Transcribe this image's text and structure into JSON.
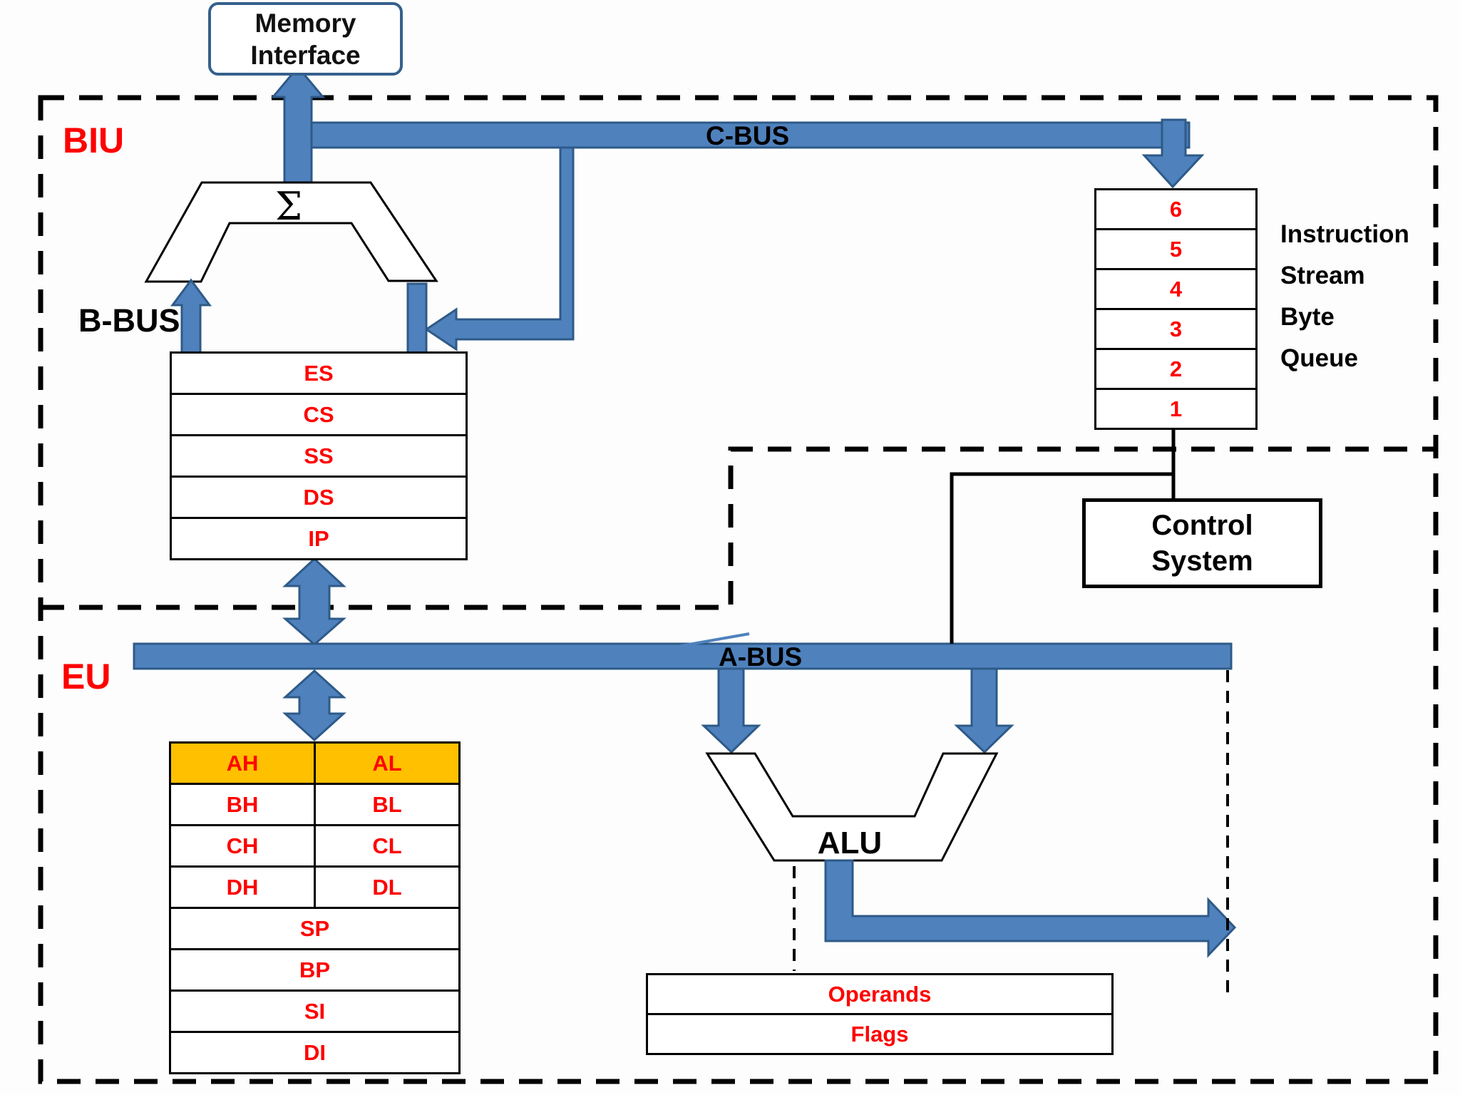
{
  "regions": {
    "biu_label": "BIU",
    "eu_label": "EU"
  },
  "memory_interface": {
    "line1": "Memory",
    "line2": "Interface"
  },
  "buses": {
    "c_bus": "C-BUS",
    "b_bus": "B-BUS",
    "a_bus": "A-BUS"
  },
  "address_adder": {
    "symbol": "Σ"
  },
  "segment_registers": [
    "ES",
    "CS",
    "SS",
    "DS",
    "IP"
  ],
  "instruction_queue": {
    "cells": [
      "6",
      "5",
      "4",
      "3",
      "2",
      "1"
    ],
    "label_lines": [
      "Instruction",
      "Stream",
      "Byte",
      "Queue"
    ]
  },
  "control_system": {
    "line1": "Control",
    "line2": "System"
  },
  "alu": {
    "label": "ALU"
  },
  "register_file": {
    "split_rows": [
      {
        "left": "AH",
        "right": "AL"
      },
      {
        "left": "BH",
        "right": "BL"
      },
      {
        "left": "CH",
        "right": "CL"
      },
      {
        "left": "DH",
        "right": "DL"
      }
    ],
    "full_rows": [
      "SP",
      "BP",
      "SI",
      "DI"
    ]
  },
  "alu_status": {
    "rows": [
      "Operands",
      "Flags"
    ]
  },
  "colors": {
    "bus_blue": "#4f81bd",
    "bus_border": "#2e5a88",
    "register_highlight": "#ffc000",
    "label_red": "#ff0000"
  }
}
